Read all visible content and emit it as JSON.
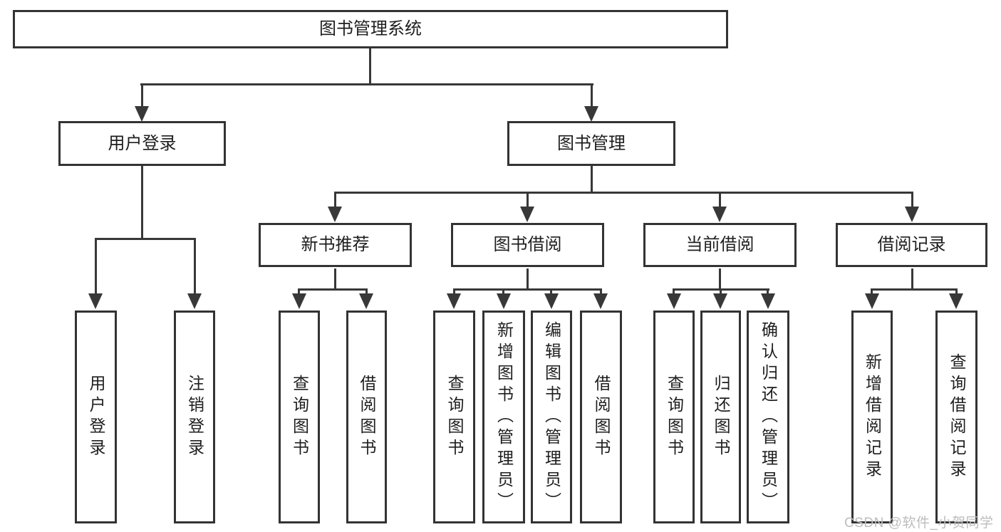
{
  "diagram_type": "tree",
  "colors": {
    "line": "#383838",
    "box_border": "#333333",
    "box_fill": "#ffffff",
    "text": "#1e1e1e",
    "watermark": "#bdbdbd",
    "background": "#ffffff"
  },
  "tree": {
    "label": "图书管理系统",
    "children": [
      {
        "label": "用户登录",
        "children": [
          {
            "label": "用户登录"
          },
          {
            "label": "注销登录"
          }
        ]
      },
      {
        "label": "图书管理",
        "children": [
          {
            "label": "新书推荐",
            "children": [
              {
                "label": "查询图书"
              },
              {
                "label": "借阅图书"
              }
            ]
          },
          {
            "label": "图书借阅",
            "children": [
              {
                "label": "查询图书"
              },
              {
                "label": "新增图书（管理员）"
              },
              {
                "label": "编辑图书（管理员）"
              },
              {
                "label": "借阅图书"
              }
            ]
          },
          {
            "label": "当前借阅",
            "children": [
              {
                "label": "查询图书"
              },
              {
                "label": "归还图书"
              },
              {
                "label": "确认归还（管理员）"
              }
            ]
          },
          {
            "label": "借阅记录",
            "children": [
              {
                "label": "新增借阅记录"
              },
              {
                "label": "查询借阅记录"
              }
            ]
          }
        ]
      }
    ]
  },
  "watermark": "CSDN @软件_小贺同学"
}
